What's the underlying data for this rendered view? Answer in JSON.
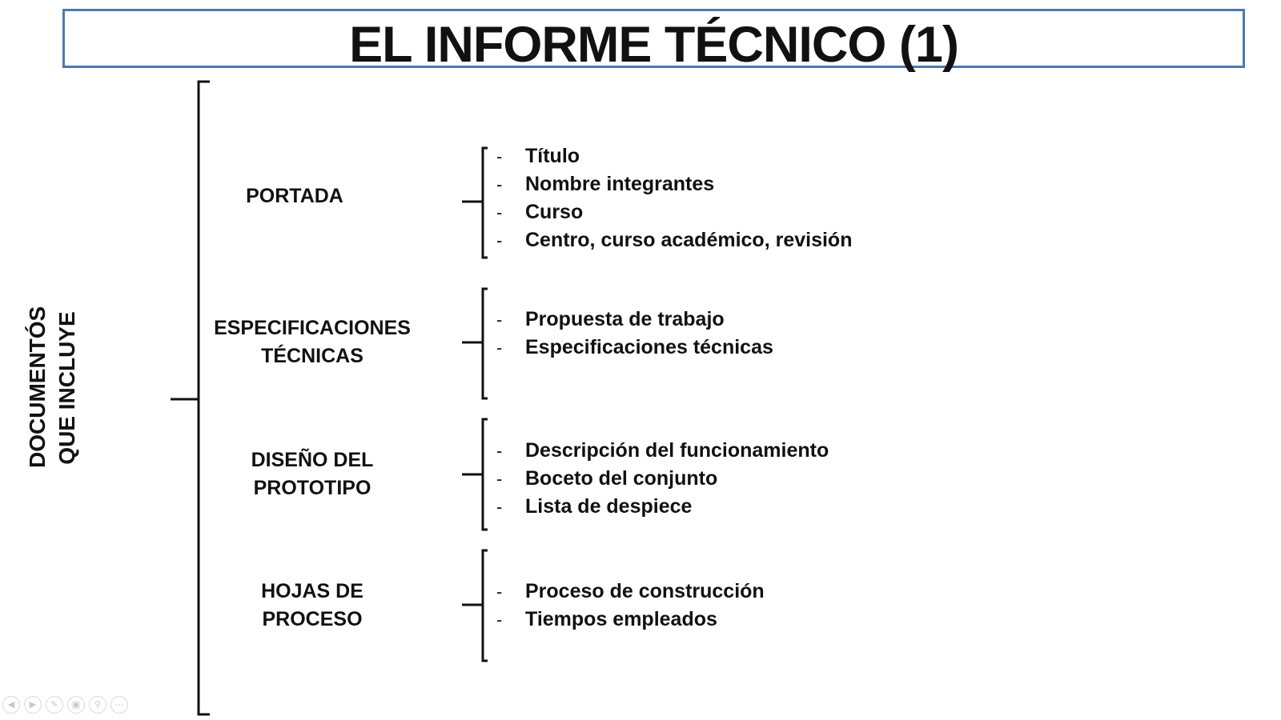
{
  "title": "EL INFORME TÉCNICO (1)",
  "root_label": [
    "DOCUMENTÓS",
    "QUE INCLUYE"
  ],
  "sections": [
    {
      "label": [
        "PORTADA"
      ],
      "items": [
        "Título",
        "Nombre integrantes",
        "Curso",
        "Centro, curso académico, revisión"
      ]
    },
    {
      "label": [
        "ESPECIFICACIONES",
        "TÉCNICAS"
      ],
      "items": [
        "Propuesta de trabajo",
        "Especificaciones técnicas"
      ]
    },
    {
      "label": [
        "DISEÑO DEL",
        "PROTOTIPO"
      ],
      "items": [
        "Descripción del funcionamiento",
        "Boceto del conjunto",
        "Lista de despiece"
      ]
    },
    {
      "label": [
        "HOJAS DE",
        "PROCESO"
      ],
      "items": [
        "Proceso de construcción",
        "Tiempos empleados"
      ]
    }
  ],
  "bullet": "-",
  "colors": {
    "title_border": "#4a7ab0",
    "text": "#111111"
  },
  "toolbar_icons": [
    "previous-icon",
    "next-icon",
    "pen-icon",
    "slides-icon",
    "zoom-icon",
    "more-icon"
  ]
}
